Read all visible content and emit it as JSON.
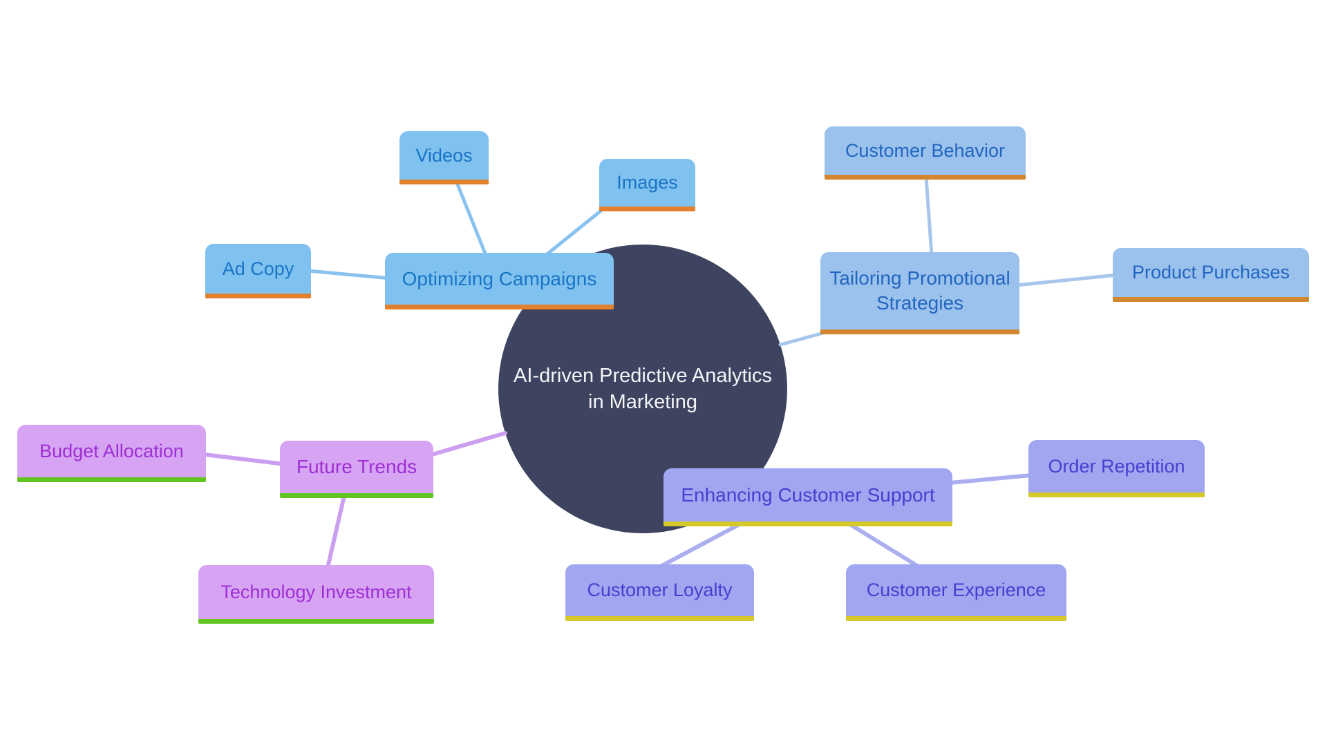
{
  "diagram": {
    "center": {
      "label_line1": "AI-driven Predictive Analytics",
      "label_line2": "in Marketing",
      "fill": "#3E4360",
      "text_color": "#F4F5F8"
    },
    "branches": [
      {
        "id": "optimizing-campaigns",
        "label": "Optimizing Campaigns",
        "theme": {
          "fill": "#7FC1EF",
          "underline": "#E2802D",
          "text": "#1A75C5",
          "line": "#8AC2EF"
        },
        "children": [
          {
            "id": "videos",
            "label": "Videos"
          },
          {
            "id": "images",
            "label": "Images"
          },
          {
            "id": "ad-copy",
            "label": "Ad Copy"
          }
        ]
      },
      {
        "id": "tailoring-promotional-strategies",
        "label": "Tailoring Promotional Strategies",
        "theme": {
          "fill": "#9AC2EC",
          "underline": "#D1862F",
          "text": "#2365C0",
          "line": "#A8C6EC"
        },
        "children": [
          {
            "id": "customer-behavior",
            "label": "Customer Behavior"
          },
          {
            "id": "product-purchases",
            "label": "Product Purchases"
          }
        ]
      },
      {
        "id": "enhancing-customer-support",
        "label": "Enhancing Customer Support",
        "theme": {
          "fill": "#A1A6F0",
          "underline": "#D5C92A",
          "text": "#4440D0",
          "line": "#ABAFF0"
        },
        "children": [
          {
            "id": "order-repetition",
            "label": "Order Repetition"
          },
          {
            "id": "customer-loyalty",
            "label": "Customer Loyalty"
          },
          {
            "id": "customer-experience",
            "label": "Customer Experience"
          }
        ]
      },
      {
        "id": "future-trends",
        "label": "Future Trends",
        "theme": {
          "fill": "#D7A3F3",
          "underline": "#60C61F",
          "text": "#9E2FD4",
          "line": "#CB9FF0"
        },
        "children": [
          {
            "id": "budget-allocation",
            "label": "Budget Allocation"
          },
          {
            "id": "technology-investment",
            "label": "Technology Investment"
          }
        ]
      }
    ]
  }
}
